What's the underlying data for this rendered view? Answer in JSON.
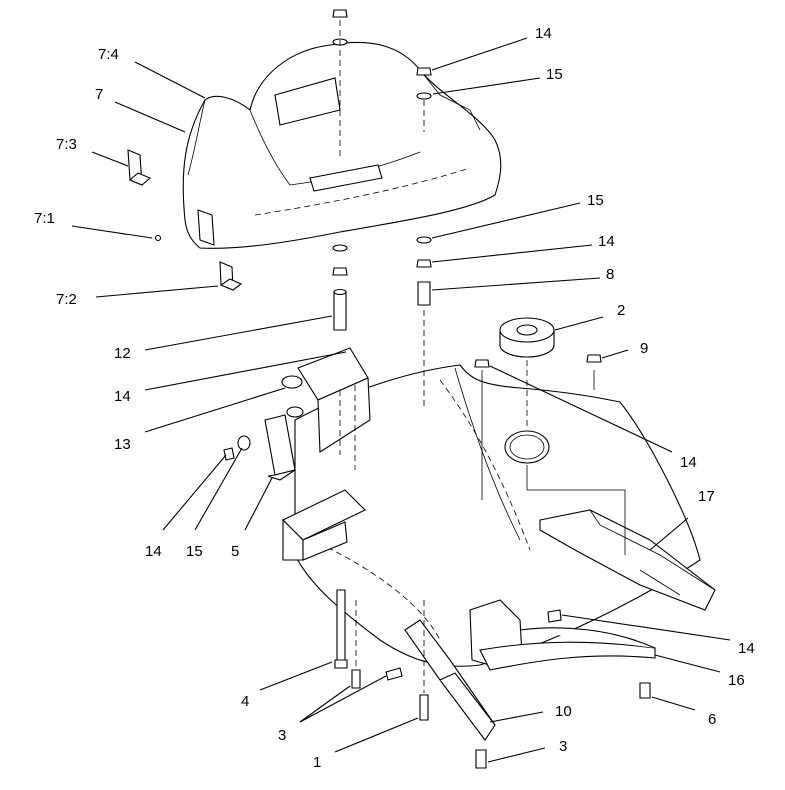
{
  "diagram": {
    "callouts": [
      {
        "id": "c-7-4",
        "text": "7:4"
      },
      {
        "id": "c-7",
        "text": "7"
      },
      {
        "id": "c-7-3",
        "text": "7:3"
      },
      {
        "id": "c-7-1",
        "text": "7:1"
      },
      {
        "id": "c-7-2",
        "text": "7:2"
      },
      {
        "id": "c-12",
        "text": "12"
      },
      {
        "id": "c-14-a",
        "text": "14"
      },
      {
        "id": "c-13",
        "text": "13"
      },
      {
        "id": "c-14-b",
        "text": "14"
      },
      {
        "id": "c-15-a",
        "text": "15"
      },
      {
        "id": "c-5",
        "text": "5"
      },
      {
        "id": "c-4",
        "text": "4"
      },
      {
        "id": "c-3-a",
        "text": "3"
      },
      {
        "id": "c-1",
        "text": "1"
      },
      {
        "id": "c-14-top",
        "text": "14"
      },
      {
        "id": "c-15-top",
        "text": "15"
      },
      {
        "id": "c-15-mid",
        "text": "15"
      },
      {
        "id": "c-14-mid",
        "text": "14"
      },
      {
        "id": "c-8",
        "text": "8"
      },
      {
        "id": "c-2",
        "text": "2"
      },
      {
        "id": "c-9",
        "text": "9"
      },
      {
        "id": "c-14-deck",
        "text": "14"
      },
      {
        "id": "c-17",
        "text": "17"
      },
      {
        "id": "c-14-baffle",
        "text": "14"
      },
      {
        "id": "c-16",
        "text": "16"
      },
      {
        "id": "c-6",
        "text": "6"
      },
      {
        "id": "c-10",
        "text": "10"
      },
      {
        "id": "c-3-b",
        "text": "3"
      }
    ]
  }
}
